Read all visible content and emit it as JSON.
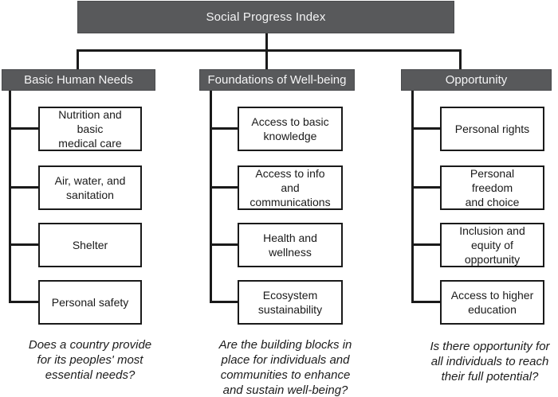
{
  "root": {
    "label": "Social Progress Index"
  },
  "palette": {
    "header_background": "#58595b",
    "header_text": "#f5f5f6",
    "connector_line": "#1a1a1a",
    "box_border": "#1a1a1a",
    "box_background": "#ffffff",
    "question_text": "#1c1c1c",
    "page_background": "#ffffff"
  },
  "columns": [
    {
      "header": "Basic Human Needs",
      "items": [
        "Nutrition and\nbasic\nmedical care",
        "Air, water, and\nsanitation",
        "Shelter",
        "Personal safety"
      ],
      "question": "Does a country provide\nfor its peoples' most\nessential needs?"
    },
    {
      "header": "Foundations of Well-being",
      "items": [
        "Access to basic\nknowledge",
        "Access to info\nand\ncommunications",
        "Health and\nwellness",
        "Ecosystem\nsustainability"
      ],
      "question": "Are the building blocks in\nplace for individuals and\ncommunities to enhance\nand sustain well-being?"
    },
    {
      "header": "Opportunity",
      "items": [
        "Personal rights",
        "Personal\nfreedom\nand choice",
        "Inclusion and\nequity of\nopportunity",
        "Access to higher\neducation"
      ],
      "question": "Is there opportunity for\nall individuals to reach\ntheir full potential?"
    }
  ]
}
